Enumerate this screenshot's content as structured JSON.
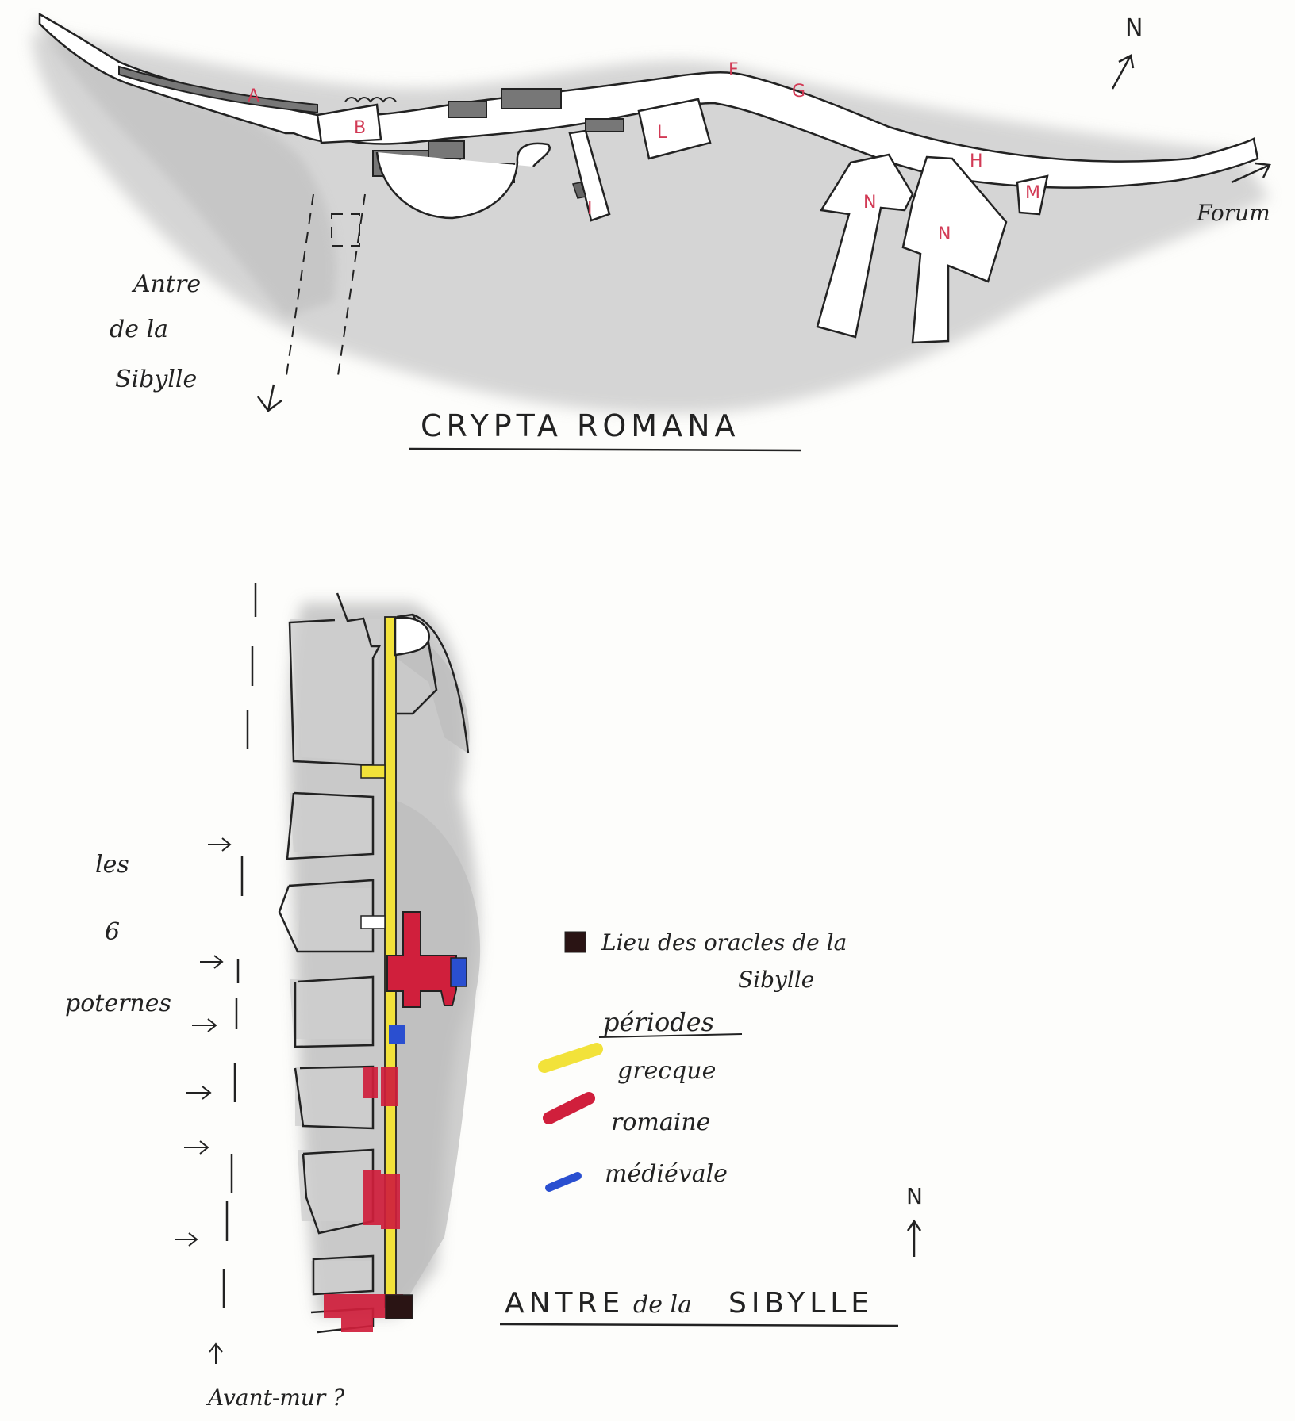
{
  "top_plan": {
    "title": "CRYPTA ROMANA",
    "north": "N",
    "forum_label": "Forum",
    "antre_label": [
      "Antre",
      "de la",
      "Sibylle"
    ],
    "room_labels": [
      "A",
      "B",
      "F",
      "G",
      "L",
      "I",
      "H",
      "M",
      "N",
      "N"
    ]
  },
  "bottom_plan": {
    "title_part1": "ANTRE",
    "title_part2": "de la",
    "title_part3": "SIBYLLE",
    "north": "N",
    "posterns_label": [
      "les",
      "6",
      "poternes"
    ],
    "avant_mur_label": "Avant-mur ?",
    "legend": {
      "oracle_label": [
        "Lieu des oracles de la",
        "Sibylle"
      ],
      "periods_title": "périodes",
      "periods": [
        {
          "name": "grecque",
          "color": "#f2e23a"
        },
        {
          "name": "romaine",
          "color": "#d01f3c"
        },
        {
          "name": "médiévale",
          "color": "#2a4fd0"
        }
      ]
    }
  }
}
